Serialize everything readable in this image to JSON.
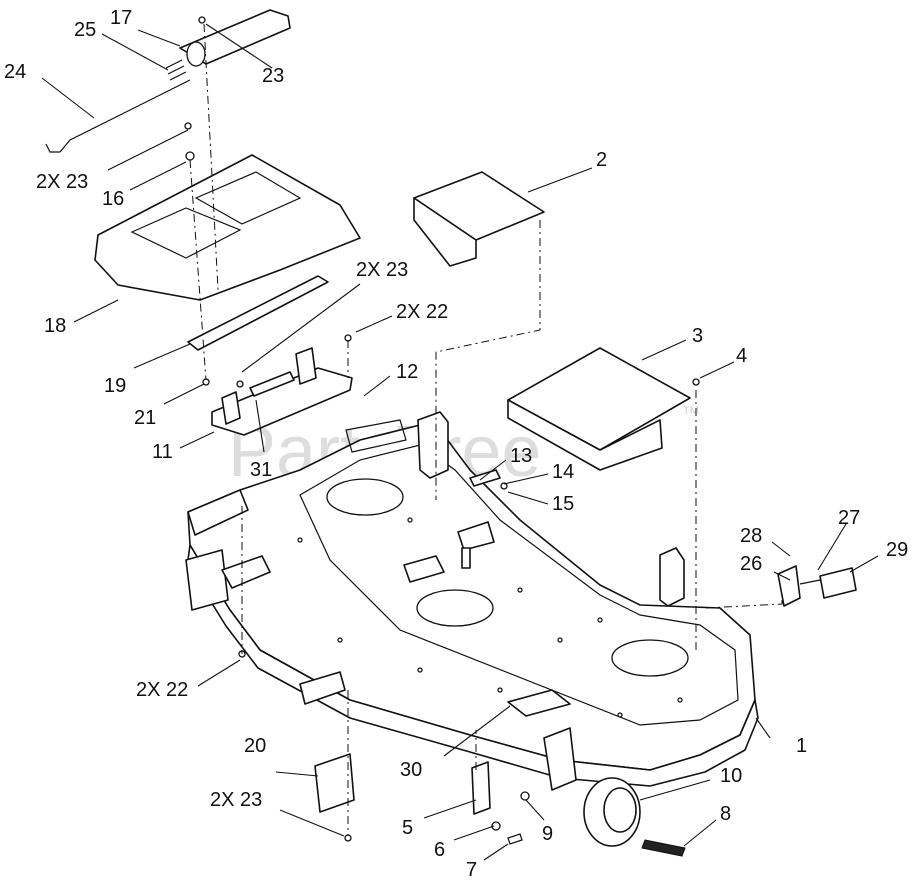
{
  "watermark": {
    "text": "PartsTree",
    "trademark": "TM"
  },
  "callouts": [
    {
      "id": "c1",
      "text": "1"
    },
    {
      "id": "c2",
      "text": "2"
    },
    {
      "id": "c3",
      "text": "3"
    },
    {
      "id": "c4",
      "text": "4"
    },
    {
      "id": "c5",
      "text": "5"
    },
    {
      "id": "c6",
      "text": "6"
    },
    {
      "id": "c7",
      "text": "7"
    },
    {
      "id": "c8",
      "text": "8"
    },
    {
      "id": "c9",
      "text": "9"
    },
    {
      "id": "c10",
      "text": "10"
    },
    {
      "id": "c11",
      "text": "11"
    },
    {
      "id": "c12",
      "text": "12"
    },
    {
      "id": "c13",
      "text": "13"
    },
    {
      "id": "c14",
      "text": "14"
    },
    {
      "id": "c15",
      "text": "15"
    },
    {
      "id": "c16",
      "text": "16"
    },
    {
      "id": "c17",
      "text": "17"
    },
    {
      "id": "c18",
      "text": "18"
    },
    {
      "id": "c19",
      "text": "19"
    },
    {
      "id": "c20",
      "text": "20"
    },
    {
      "id": "c21",
      "text": "21"
    },
    {
      "id": "c23a",
      "text": "23"
    },
    {
      "id": "c23b",
      "text": "2X 23"
    },
    {
      "id": "c23c",
      "text": "2X 23"
    },
    {
      "id": "c23d",
      "text": "2X 23"
    },
    {
      "id": "c22a",
      "text": "2X 22"
    },
    {
      "id": "c22b",
      "text": "2X 22"
    },
    {
      "id": "c24",
      "text": "24"
    },
    {
      "id": "c25",
      "text": "25"
    },
    {
      "id": "c26",
      "text": "26"
    },
    {
      "id": "c27",
      "text": "27"
    },
    {
      "id": "c28",
      "text": "28"
    },
    {
      "id": "c29",
      "text": "29"
    },
    {
      "id": "c30",
      "text": "30"
    },
    {
      "id": "c31",
      "text": "31"
    }
  ]
}
